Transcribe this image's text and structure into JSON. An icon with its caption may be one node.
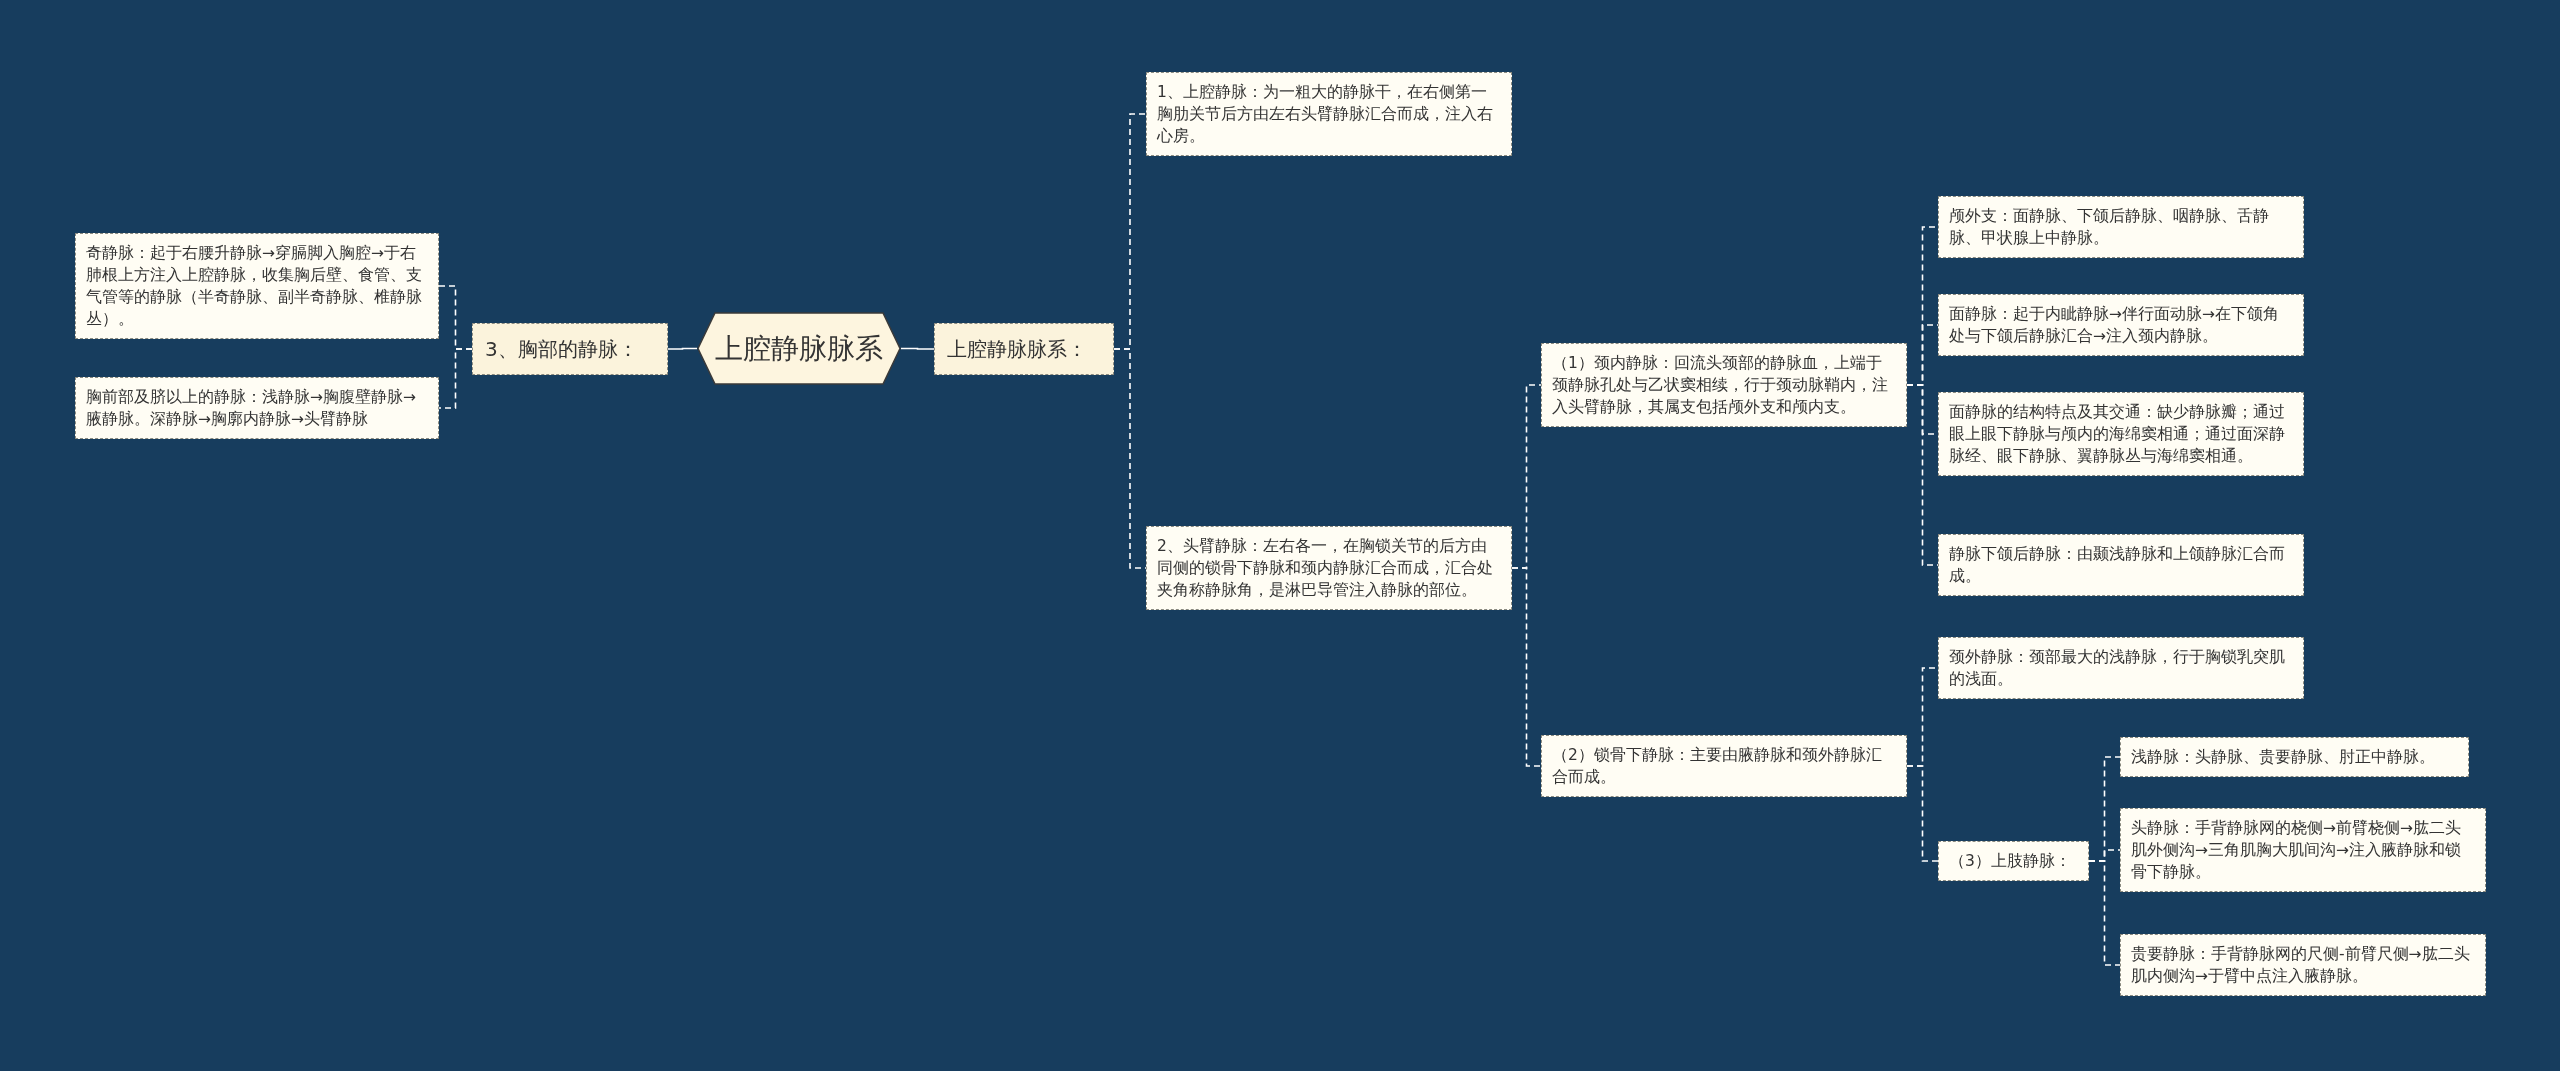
{
  "diagram": {
    "nodes": [
      {
        "text": [
          "上腔静脉脉系"
        ]
      },
      {
        "text": [
          "上腔静脉脉系："
        ]
      },
      {
        "text": [
          "1、上腔静脉：为一粗大的静脉干，在右侧第一胸肋关节后方由左右头臂静脉汇合而成，注入右心房。"
        ]
      },
      {
        "text": [
          "2、头臂静脉：左右各一，在胸锁关节的后方由同侧的锁骨下静脉和颈内静脉汇合而成，汇合处夹角称静脉角，是淋巴导管注入静脉的部位。"
        ]
      },
      {
        "text": [
          "（1）颈内静脉：回流头颈部的静脉血，上端于颈静脉孔处与乙状窦相续，行于颈动脉鞘内，注入头臂静脉，其属支包括颅外支和颅内支。"
        ]
      },
      {
        "text": [
          "颅外支：面静脉、下颌后静脉、咽静脉、舌静脉、甲状腺上中静脉。"
        ]
      },
      {
        "text": [
          "面静脉：起于内眦静脉→伴行面动脉→在下颌角处与下颌后静脉汇合→注入颈内静脉。"
        ]
      },
      {
        "text": [
          "面静脉的结构特点及其交通：缺少静脉瓣；通过眼上眼下静脉与颅内的海绵窦相通；通过面深静脉经、眼下静脉、翼静脉丛与海绵窦相通。"
        ]
      },
      {
        "text": [
          "静脉下颌后静脉：由颞浅静脉和上颌静脉汇合而成。"
        ]
      },
      {
        "text": [
          "（2）锁骨下静脉：主要由腋静脉和颈外静脉汇合而成。"
        ]
      },
      {
        "text": [
          "颈外静脉：颈部最大的浅静脉，行于胸锁乳突肌的浅面。"
        ]
      },
      {
        "text": [
          "（3）上肢静脉："
        ]
      },
      {
        "text": [
          "浅静脉：头静脉、贵要静脉、肘正中静脉。"
        ]
      },
      {
        "text": [
          "头静脉：手背静脉网的桡侧→前臂桡侧→肱二头肌外侧沟→三角肌胸大肌间沟→注入腋静脉和锁骨下静脉。"
        ]
      },
      {
        "text": [
          "贵要静脉：手背静脉网的尺侧-前臂尺侧→肱二头肌内侧沟→于臂中点注入腋静脉。"
        ]
      },
      {
        "text": [
          "3、胸部的静脉："
        ]
      },
      {
        "text": [
          "奇静脉：起于右腰升静脉→穿膈脚入胸腔→于右肺根上方注入上腔静脉，收集胸后壁、食管、支气管等的静脉（半奇静脉、副半奇静脉、椎静脉丛）。"
        ]
      },
      {
        "text": [
          "胸前部及脐以上的静脉：浅静脉→胸腹壁静脉→腋静脉。深静脉→胸廓内静脉→头臂静脉"
        ]
      }
    ],
    "edges": [
      {
        "from": 0,
        "to": 1,
        "arrow": "none"
      },
      {
        "from": 1,
        "to": 2,
        "arrow": "none",
        "style": "dashed"
      },
      {
        "from": 1,
        "to": 3,
        "arrow": "none",
        "style": "dashed"
      },
      {
        "from": 3,
        "to": 4,
        "arrow": "none",
        "style": "dashed"
      },
      {
        "from": 4,
        "to": 5,
        "arrow": "none",
        "style": "dashed"
      },
      {
        "from": 4,
        "to": 6,
        "arrow": "none",
        "style": "dashed"
      },
      {
        "from": 4,
        "to": 7,
        "arrow": "none",
        "style": "dashed"
      },
      {
        "from": 4,
        "to": 8,
        "arrow": "none",
        "style": "dashed"
      },
      {
        "from": 3,
        "to": 9,
        "arrow": "none",
        "style": "dashed"
      },
      {
        "from": 9,
        "to": 10,
        "arrow": "none",
        "style": "dashed"
      },
      {
        "from": 9,
        "to": 11,
        "arrow": "none",
        "style": "dashed"
      },
      {
        "from": 11,
        "to": 12,
        "arrow": "none",
        "style": "dashed"
      },
      {
        "from": 11,
        "to": 13,
        "arrow": "none",
        "style": "dashed"
      },
      {
        "from": 11,
        "to": 14,
        "arrow": "none",
        "style": "dashed"
      },
      {
        "from": 0,
        "to": 15,
        "arrow": "none"
      },
      {
        "from": 15,
        "to": 16,
        "arrow": "none",
        "style": "dashed"
      },
      {
        "from": 15,
        "to": 17,
        "arrow": "none",
        "style": "dashed"
      }
    ]
  }
}
